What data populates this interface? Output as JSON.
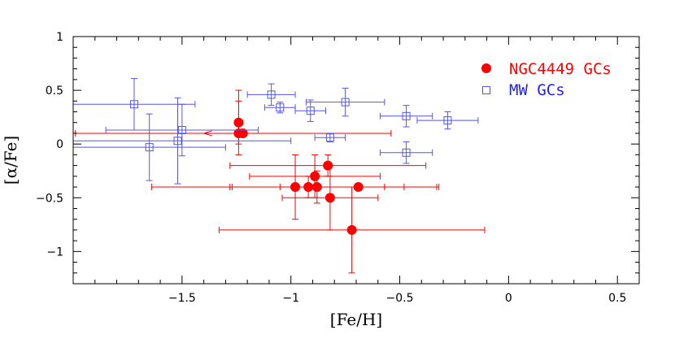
{
  "chart_data": {
    "type": "scatter",
    "xlabel": "[Fe/H]",
    "ylabel": "[α/Fe]",
    "xlim": [
      -2.0,
      0.6
    ],
    "ylim": [
      -1.3,
      1.0
    ],
    "xticks": [
      -1.5,
      -1,
      -0.5,
      0,
      0.5
    ],
    "xtick_labels": [
      "−1.5",
      "−1",
      "−0.5",
      "0",
      "0.5"
    ],
    "yticks": [
      -1,
      -0.5,
      0,
      0.5,
      1
    ],
    "ytick_labels": [
      "−1",
      "−0.5",
      "0",
      "0.5",
      "1"
    ],
    "grid": false,
    "legend_position": "top-right",
    "series": [
      {
        "name": "NGC4449 GCs",
        "marker": "filled-circle",
        "color": "#ff0000",
        "points": [
          {
            "x": -1.24,
            "y": 0.2,
            "xerr": [
              0.0,
              0.0
            ],
            "yerr": [
              0.2,
              0.3
            ]
          },
          {
            "x": -1.24,
            "y": 0.1,
            "xerr": [
              0.75,
              0.7
            ],
            "yerr": [
              0.2,
              0.3
            ],
            "arrow_x": -1.4
          },
          {
            "x": -1.22,
            "y": 0.1,
            "xerr": [
              0.0,
              0.0
            ],
            "yerr": [
              0.0,
              0.0
            ]
          },
          {
            "x": -0.98,
            "y": -0.4,
            "xerr": [
              0.66,
              0.66
            ],
            "yerr": [
              0.3,
              0.3
            ]
          },
          {
            "x": -0.92,
            "y": -0.4,
            "xerr": [
              0.35,
              0.35
            ],
            "yerr": [
              0.1,
              0.1
            ]
          },
          {
            "x": -0.89,
            "y": -0.3,
            "xerr": [
              0.3,
              0.3
            ],
            "yerr": [
              0.2,
              0.2
            ]
          },
          {
            "x": -0.88,
            "y": -0.4,
            "xerr": [
              0.4,
              0.4
            ],
            "yerr": [
              0.15,
              0.15
            ]
          },
          {
            "x": -0.83,
            "y": -0.2,
            "xerr": [
              0.45,
              0.45
            ],
            "yerr": [
              0.1,
              0.1
            ]
          },
          {
            "x": -0.82,
            "y": -0.5,
            "xerr": [
              0.22,
              0.22
            ],
            "yerr": [
              0.3,
              0.3
            ]
          },
          {
            "x": -0.69,
            "y": -0.4,
            "xerr": [
              0.36,
              0.36
            ],
            "yerr": [
              0.0,
              0.0
            ]
          },
          {
            "x": -0.72,
            "y": -0.8,
            "xerr": [
              0.61,
              0.61
            ],
            "yerr": [
              0.4,
              0.4
            ]
          }
        ]
      },
      {
        "name": "MW GCs",
        "marker": "open-square",
        "color": "#5555ee",
        "points": [
          {
            "x": -1.72,
            "y": 0.37,
            "xerr": [
              0.28,
              0.28
            ],
            "yerr": [
              0.24,
              0.24
            ]
          },
          {
            "x": -1.65,
            "y": -0.03,
            "xerr": [
              0.35,
              0.35
            ],
            "yerr": [
              0.31,
              0.31
            ]
          },
          {
            "x": -1.52,
            "y": 0.03,
            "xerr": [
              0.52,
              0.52
            ],
            "yerr": [
              0.4,
              0.4
            ]
          },
          {
            "x": -1.5,
            "y": 0.13,
            "xerr": [
              0.35,
              0.35
            ],
            "yerr": [
              0.24,
              0.24
            ]
          },
          {
            "x": -1.09,
            "y": 0.46,
            "xerr": [
              0.11,
              0.11
            ],
            "yerr": [
              0.1,
              0.1
            ]
          },
          {
            "x": -1.05,
            "y": 0.34,
            "xerr": [
              0.07,
              0.07
            ],
            "yerr": [
              0.05,
              0.05
            ]
          },
          {
            "x": -0.91,
            "y": 0.31,
            "xerr": [
              0.07,
              0.07
            ],
            "yerr": [
              0.1,
              0.1
            ]
          },
          {
            "x": -0.82,
            "y": 0.06,
            "xerr": [
              0.07,
              0.07
            ],
            "yerr": [
              0.04,
              0.04
            ]
          },
          {
            "x": -0.75,
            "y": 0.39,
            "xerr": [
              0.18,
              0.18
            ],
            "yerr": [
              0.13,
              0.13
            ]
          },
          {
            "x": -0.47,
            "y": 0.26,
            "xerr": [
              0.12,
              0.12
            ],
            "yerr": [
              0.1,
              0.1
            ]
          },
          {
            "x": -0.47,
            "y": -0.08,
            "xerr": [
              0.12,
              0.12
            ],
            "yerr": [
              0.1,
              0.1
            ]
          },
          {
            "x": -0.28,
            "y": 0.22,
            "xerr": [
              0.14,
              0.14
            ],
            "yerr": [
              0.08,
              0.08
            ]
          }
        ]
      }
    ]
  }
}
